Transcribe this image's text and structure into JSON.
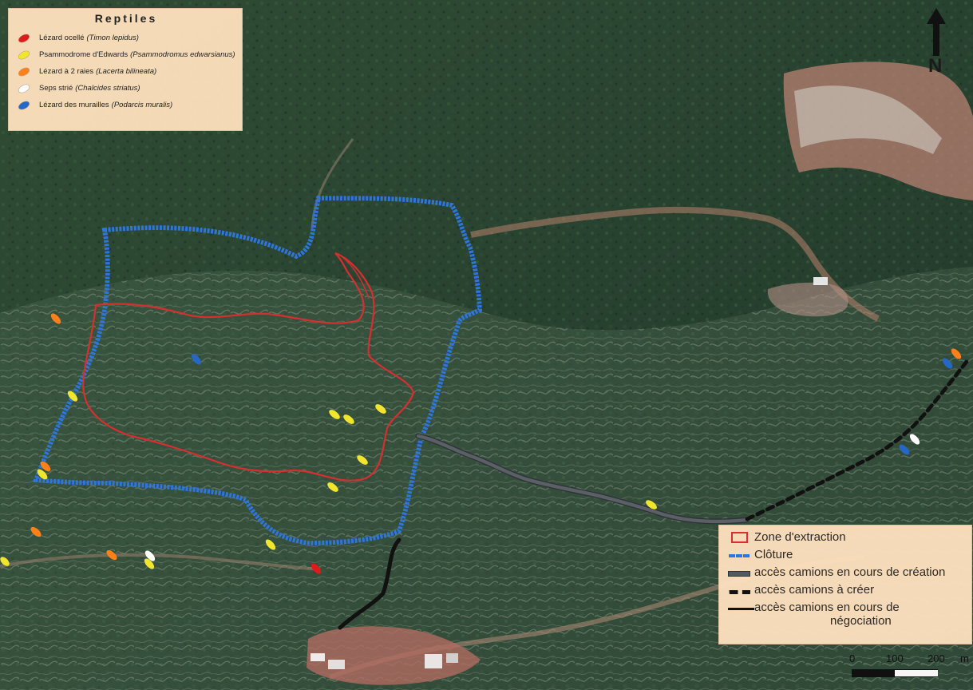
{
  "map": {
    "background_color": "#2b4330",
    "fence_color": "#2e76df",
    "zone_color": "#db2f2f",
    "access_current_color": "#525960",
    "access_create_color": "#111111",
    "access_negotiation_color": "#111111"
  },
  "species_legend": {
    "title": "Reptiles",
    "items": [
      {
        "name": "Lézard ocellé",
        "latin": "(Timon lepidus)",
        "color": "#dd1b1b"
      },
      {
        "name": "Psammodrome d'Edwards",
        "latin": "(Psammodromus edwarsianus)",
        "color": "#f1e62b"
      },
      {
        "name": "Lézard à 2 raies",
        "latin": "(Lacerta bilineata)",
        "color": "#ff7f19"
      },
      {
        "name": "Seps strié",
        "latin": "(Chalcides striatus)",
        "color": "#ffffff"
      },
      {
        "name": "Lézard des murailles",
        "latin": "(Podarcis muralis)",
        "color": "#2567c6"
      }
    ]
  },
  "feature_legend": {
    "items": [
      {
        "label": "Zone d'extraction"
      },
      {
        "label": "Clôture"
      },
      {
        "label": "accès camions en cours de création"
      },
      {
        "label": "accès camions à créer"
      },
      {
        "label_line1": "accès camions en cours de",
        "label_line2": "négociation"
      }
    ]
  },
  "north_arrow": {
    "label": "N"
  },
  "scale_bar": {
    "labels": [
      "0",
      "100",
      "200",
      "m"
    ]
  }
}
